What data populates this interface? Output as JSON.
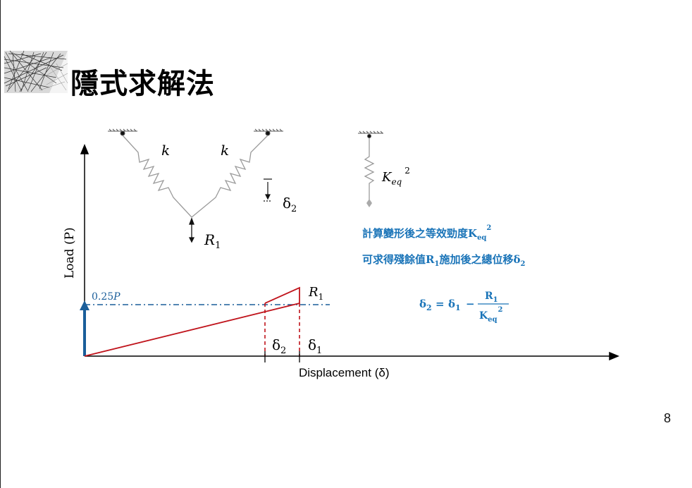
{
  "slide": {
    "title": "隱式求解法",
    "page_number": "8"
  },
  "diagram": {
    "spring_label_left": "k",
    "spring_label_right": "k",
    "keq_label": "K",
    "keq_sub": "eq",
    "keq_sup": "2",
    "delta2_label": "δ",
    "delta2_sub": "2",
    "r1_label": "R",
    "r1_sub": "1"
  },
  "plot": {
    "y_axis_label": "Load (P)",
    "x_axis_label": "Displacement (δ)",
    "load_marker": "0.25",
    "load_marker_var": "P",
    "r1_label": "R",
    "r1_sub": "1",
    "delta2_label": "δ",
    "delta2_sub": "2",
    "delta1_label": "δ",
    "delta1_sub": "1"
  },
  "notes": {
    "line1_text": "計算變形後之等效勁度",
    "line1_k": "K",
    "line1_sub": "eq",
    "line1_sup": "2",
    "line2_text_a": "可求得殘餘值",
    "line2_r": "R",
    "line2_r_sub": "1",
    "line2_text_b": "施加後之總位移",
    "line2_delta": "δ",
    "line2_delta_sub": "2"
  },
  "equation": {
    "lhs": "δ",
    "lhs_sub": "2",
    "eq": "=",
    "term1": "δ",
    "term1_sub": "1",
    "minus": "−",
    "numerator": "R",
    "numerator_sub": "1",
    "denominator": "K",
    "denominator_sub": "eq",
    "denominator_sup": "2"
  },
  "colors": {
    "accent_blue": "#1a74b8",
    "curve_red": "#c0141c",
    "spring_gray": "#9a9a9a",
    "axis": "#000000"
  }
}
